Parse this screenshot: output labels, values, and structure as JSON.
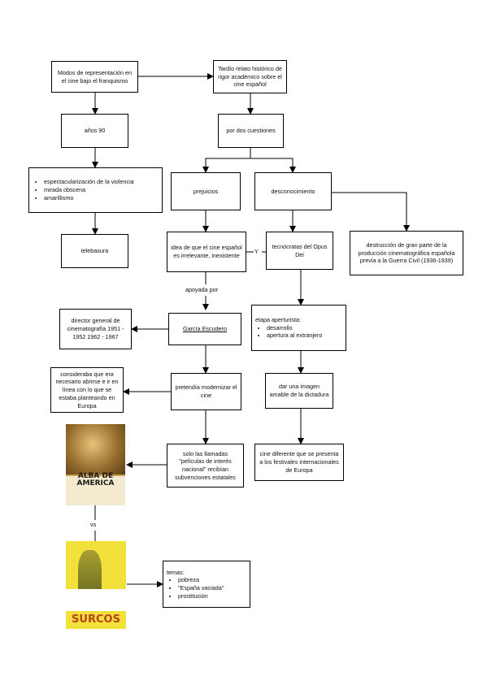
{
  "nodes": {
    "modos": "Modos de representación en el cine bajo el franquismo",
    "tardio": "Tardío relato histórico de rigor académico sobre el cine español",
    "anos90": "años 90",
    "pordos": "por dos cuestiones",
    "espect_items": [
      "espectacularización de la violencia",
      "mirada obscena",
      "amarillismo"
    ],
    "prejuicios": "prejuicios",
    "desconocimiento": "desconocimiento",
    "destruccion": "destrucción de gran parte de la producción cinematográfica española previa a la Guerra Civil (1936-1939)",
    "telebasura": "telebasura",
    "idea": "idea de que el cine español es irrelevante, inexistente",
    "y": "Y",
    "tecnocratas": "tecnócratas del Opus Dei",
    "apoyada": "apoyada por",
    "director": "director general de cinematografía 1951 - 1952 1962 - 1967",
    "garcia": "García Escudero",
    "etapa_title": "etapa aperturista:",
    "etapa_items": [
      "desarrollo",
      "apertura al extranjero"
    ],
    "consideraba": "consideraba que era necesario abrirse e ir en línea con lo que se estaba planteando en Europa",
    "pretendia": "pretendía modernizar el cine",
    "dar": "dar una imagen amable de la dictadura",
    "solo": "solo las llamadas \"películas de interés nacional\" recibían subvenciones estatales",
    "cine_dif": "cine diferente que se presenta a los festivales internacionales de Europa",
    "vs": "vs",
    "temas_title": "temas:",
    "temas_items": [
      "pobreza",
      "\"España vaciada\"",
      "prostitución"
    ]
  },
  "posters": {
    "alba": "ALBA DE AMERICA",
    "surcos": "SURCOS"
  },
  "colors": {
    "border": "#000000",
    "poster1_bg": "#c9a24a",
    "poster2_bg": "#f2e13a"
  }
}
